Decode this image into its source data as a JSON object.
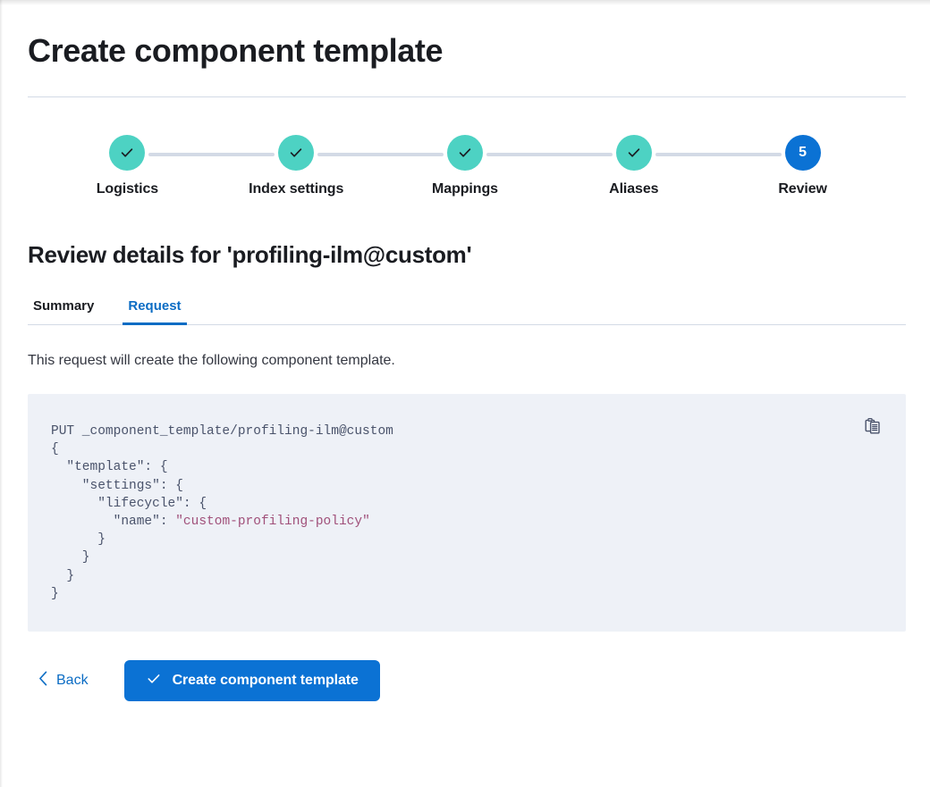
{
  "page": {
    "title": "Create component template"
  },
  "wizard": {
    "steps": [
      {
        "label": "Logistics",
        "state": "done",
        "number": "1",
        "icon": "check-icon"
      },
      {
        "label": "Index settings",
        "state": "done",
        "number": "2",
        "icon": "check-icon"
      },
      {
        "label": "Mappings",
        "state": "done",
        "number": "3",
        "icon": "check-icon"
      },
      {
        "label": "Aliases",
        "state": "done",
        "number": "4",
        "icon": "check-icon"
      },
      {
        "label": "Review",
        "state": "active",
        "number": "5",
        "icon": ""
      }
    ],
    "colors": {
      "done": "#4dd2c3",
      "active": "#0b72d4",
      "connector": "#d3dae6",
      "check": "#1a1c21"
    }
  },
  "review": {
    "heading": "Review details for 'profiling-ilm@custom'",
    "tabs": [
      {
        "label": "Summary",
        "active": false
      },
      {
        "label": "Request",
        "active": true
      }
    ],
    "description": "This request will create the following component template.",
    "request": {
      "method_line": "PUT _component_template/profiling-ilm@custom",
      "body_lines": [
        "{",
        "  \"template\": {",
        "    \"settings\": {",
        "      \"lifecycle\": {",
        "        \"name\": ",
        "      }",
        "    }",
        "  }",
        "}"
      ],
      "string_value": "\"custom-profiling-policy\"",
      "copy_icon": "copy-clipboard-icon",
      "background": "#eef1f7",
      "string_color": "#a0507a"
    }
  },
  "footer": {
    "back_label": "Back",
    "back_icon": "chevron-left-icon",
    "submit_label": "Create component template",
    "submit_icon": "check-icon",
    "submit_color": "#0b72d4"
  }
}
